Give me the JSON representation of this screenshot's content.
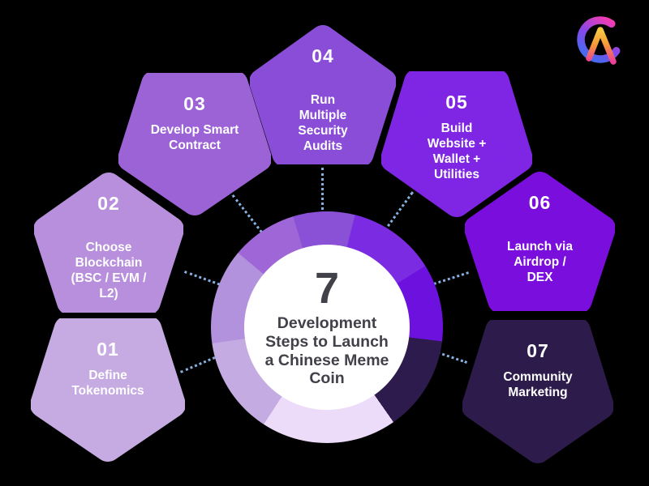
{
  "page": {
    "background": "#000000"
  },
  "logo": {
    "ring_gradient": [
      "#3e6ff0",
      "#8a46e8",
      "#f23cb4"
    ],
    "caret_gradient": [
      "#f6c945",
      "#f59a35",
      "#ef3f98"
    ]
  },
  "center": {
    "big_number": "7",
    "title": "Development\nSteps to Launch\na Chinese Meme\nCoin",
    "text_color": "#414149",
    "inner_circle_color": "#ffffff"
  },
  "ring": {
    "start_angle": -17,
    "connector_color": "#86b0e0",
    "segments": [
      {
        "color": "#8a50d5",
        "from": 0,
        "to": 31
      },
      {
        "color": "#7b2ce2",
        "from": 31,
        "to": 75
      },
      {
        "color": "#6d12de",
        "from": 75,
        "to": 114
      },
      {
        "color": "#2e1b4e",
        "from": 114,
        "to": 162
      },
      {
        "color": "#eddcf9",
        "from": 162,
        "to": 230
      },
      {
        "color": "#c4abe1",
        "from": 230,
        "to": 279
      },
      {
        "color": "#b292dd",
        "from": 279,
        "to": 327
      },
      {
        "color": "#9e66d6",
        "from": 327,
        "to": 360
      }
    ]
  },
  "steps": [
    {
      "number": "01",
      "label": "Define\nTokenomics",
      "color": "#c5abe2"
    },
    {
      "number": "02",
      "label": "Choose\nBlockchain\n(BSC / EVM /\nL2)",
      "color": "#b78fdc"
    },
    {
      "number": "03",
      "label": "Develop Smart\nContract",
      "color": "#9c63d6"
    },
    {
      "number": "04",
      "label": "Run\nMultiple\nSecurity\nAudits",
      "color": "#8a4dd7"
    },
    {
      "number": "05",
      "label": "Build\nWebsite +\nWallet +\nUtilities",
      "color": "#7f25e4"
    },
    {
      "number": "06",
      "label": "Launch via\nAirdrop /\nDEX",
      "color": "#7a0edd"
    },
    {
      "number": "07",
      "label": "Community\nMarketing",
      "color": "#2d1c4b"
    }
  ]
}
